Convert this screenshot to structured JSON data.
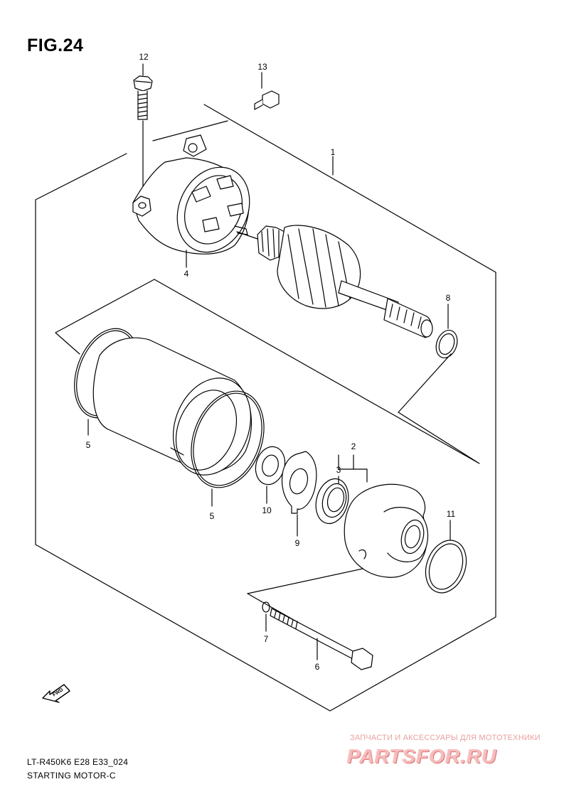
{
  "figure": {
    "title": "FIG.24"
  },
  "callouts": [
    {
      "id": "12",
      "label": "12"
    },
    {
      "id": "13",
      "label": "13"
    },
    {
      "id": "1",
      "label": "1"
    },
    {
      "id": "4",
      "label": "4"
    },
    {
      "id": "8",
      "label": "8"
    },
    {
      "id": "5a",
      "label": "5"
    },
    {
      "id": "5b",
      "label": "5"
    },
    {
      "id": "2",
      "label": "2"
    },
    {
      "id": "3",
      "label": "3"
    },
    {
      "id": "10",
      "label": "10"
    },
    {
      "id": "9",
      "label": "9"
    },
    {
      "id": "11",
      "label": "11"
    },
    {
      "id": "7",
      "label": "7"
    },
    {
      "id": "6",
      "label": "6"
    }
  ],
  "direction_marker": {
    "label": "FWD",
    "icon": "fwd-arrow-icon"
  },
  "footer": {
    "model_code": "LT-R450K6 E28 E33_024",
    "diagram_name": "STARTING MOTOR-C"
  },
  "watermark": {
    "tagline": "ЗАПЧАСТИ И АКСЕССУАРЫ ДЛЯ МОТОТЕХНИКИ",
    "logo": "PARTSFOR.RU"
  },
  "colors": {
    "line": "#000000",
    "watermark": "#e07070"
  }
}
